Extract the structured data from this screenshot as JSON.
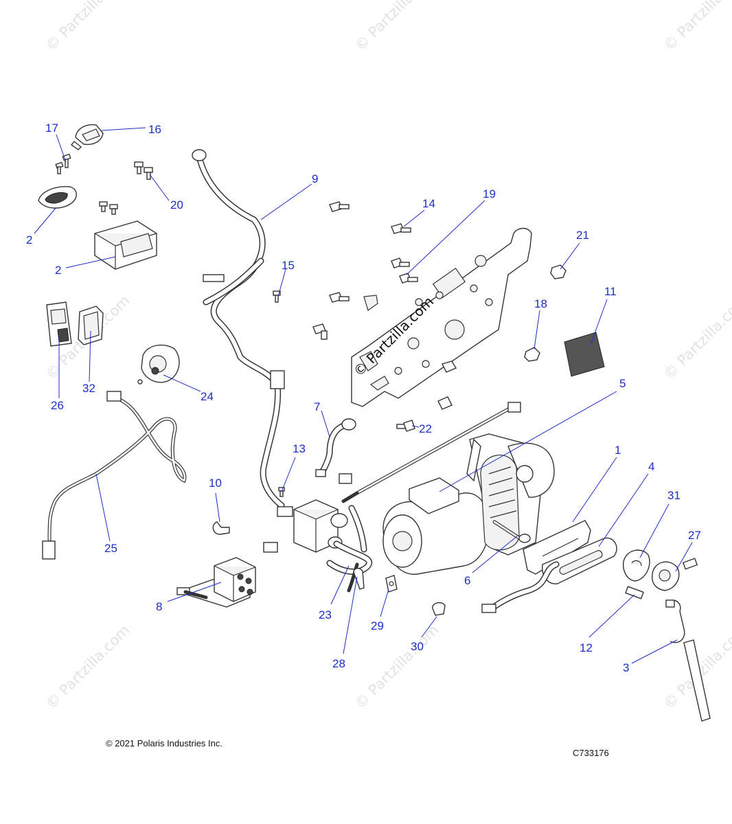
{
  "watermark": {
    "text": "© Partzilla.com"
  },
  "center_watermark": "© Partzilla.com",
  "callouts": [
    {
      "id": "c1",
      "label": "1"
    },
    {
      "id": "c2a",
      "label": "2"
    },
    {
      "id": "c2b",
      "label": "2"
    },
    {
      "id": "c3",
      "label": "3"
    },
    {
      "id": "c4",
      "label": "4"
    },
    {
      "id": "c5",
      "label": "5"
    },
    {
      "id": "c6",
      "label": "6"
    },
    {
      "id": "c7",
      "label": "7"
    },
    {
      "id": "c8",
      "label": "8"
    },
    {
      "id": "c9",
      "label": "9"
    },
    {
      "id": "c10",
      "label": "10"
    },
    {
      "id": "c11",
      "label": "11"
    },
    {
      "id": "c12",
      "label": "12"
    },
    {
      "id": "c13",
      "label": "13"
    },
    {
      "id": "c14",
      "label": "14"
    },
    {
      "id": "c15",
      "label": "15"
    },
    {
      "id": "c16",
      "label": "16"
    },
    {
      "id": "c17",
      "label": "17"
    },
    {
      "id": "c18",
      "label": "18"
    },
    {
      "id": "c19",
      "label": "19"
    },
    {
      "id": "c20",
      "label": "20"
    },
    {
      "id": "c21",
      "label": "21"
    },
    {
      "id": "c22",
      "label": "22"
    },
    {
      "id": "c23",
      "label": "23"
    },
    {
      "id": "c24",
      "label": "24"
    },
    {
      "id": "c25",
      "label": "25"
    },
    {
      "id": "c26",
      "label": "26"
    },
    {
      "id": "c27",
      "label": "27"
    },
    {
      "id": "c28",
      "label": "28"
    },
    {
      "id": "c29",
      "label": "29"
    },
    {
      "id": "c30",
      "label": "30"
    },
    {
      "id": "c31",
      "label": "31"
    },
    {
      "id": "c32",
      "label": "32"
    }
  ],
  "footer": {
    "copyright": "© 2021 Polaris Industries Inc.",
    "diagram_code": "C733176"
  },
  "colors": {
    "callout": "#1a2ec8",
    "line_art": "#333333",
    "watermark": "#e2e2e2",
    "background": "#ffffff"
  }
}
